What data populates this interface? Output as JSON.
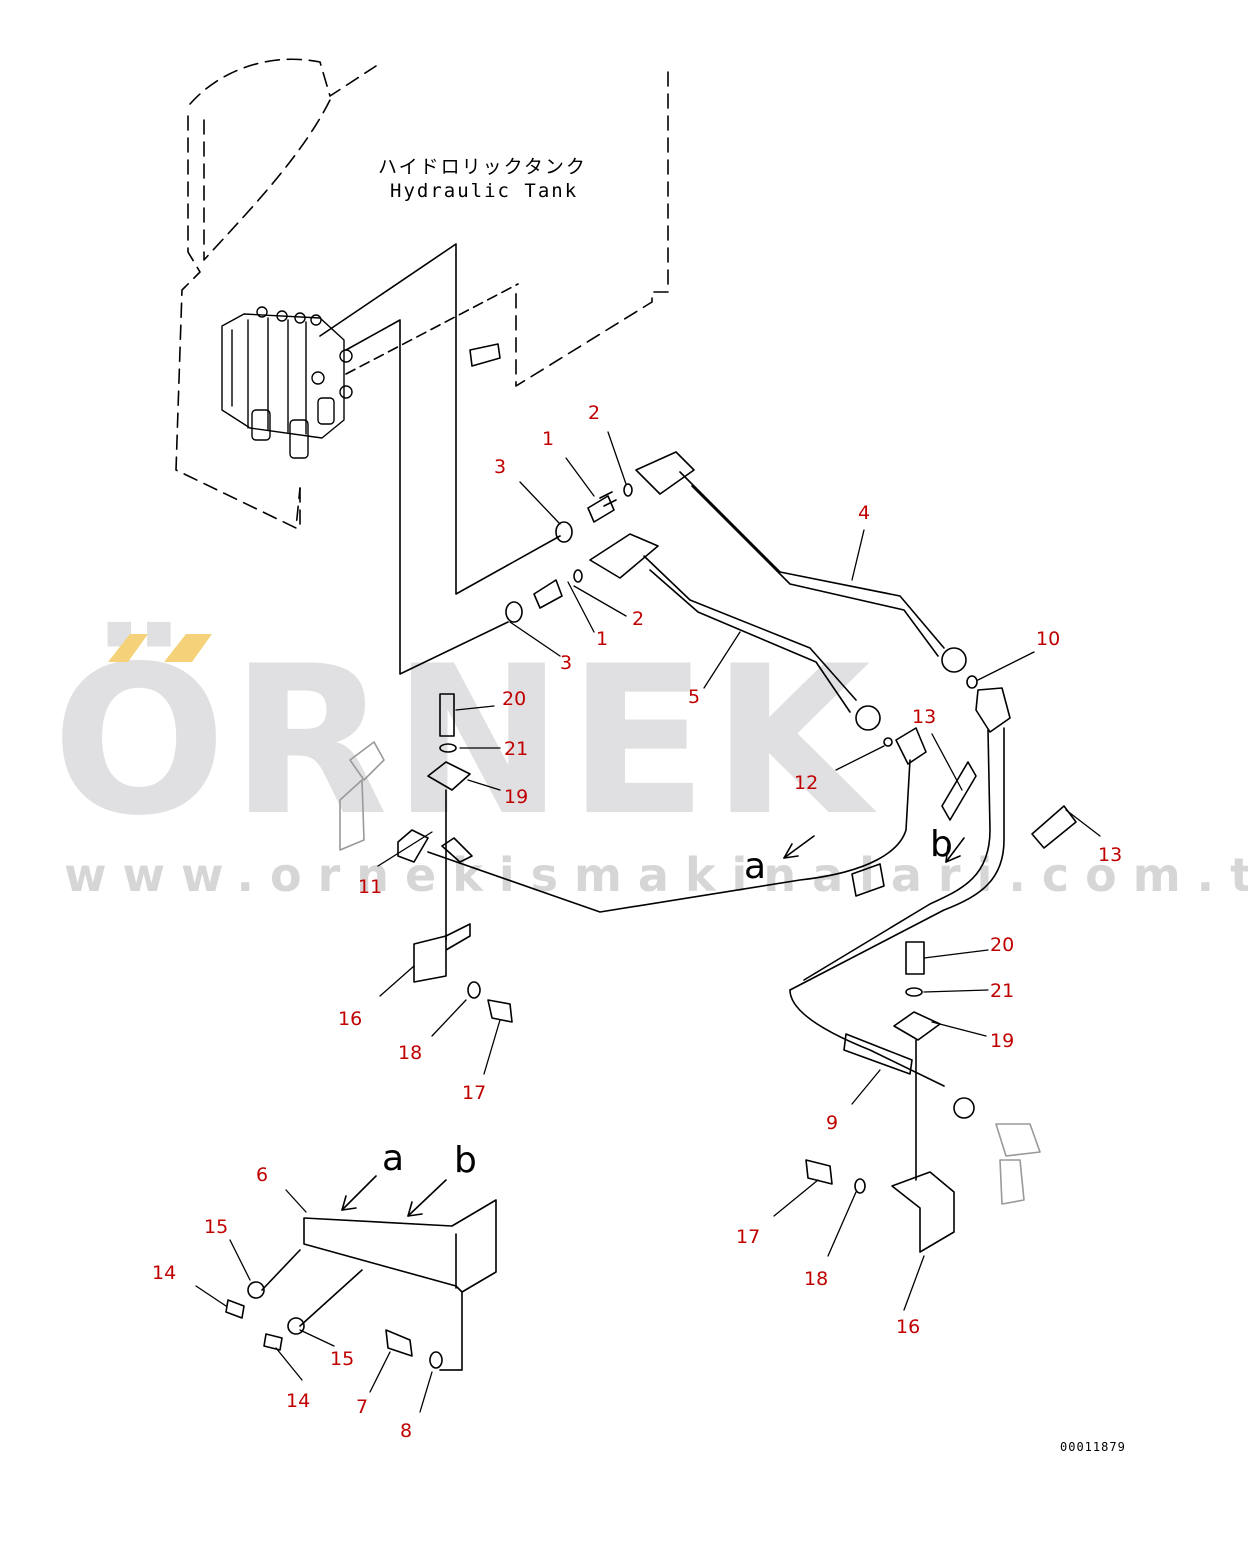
{
  "tank_label_jp": "ハイドロリックタンク",
  "tank_label_en": "Hydraulic Tank",
  "watermark_main": "ÖRNEK",
  "watermark_url": "www.ornekismakinalari.com.tr",
  "drawing_number": "00011879",
  "colors": {
    "callout": "#c00000",
    "line": "#000000",
    "watermark": "#dcdcdc",
    "accent": "#f5d27a"
  },
  "letters": {
    "a1": "a",
    "b1": "b",
    "a2": "a",
    "b2": "b"
  },
  "callouts": {
    "c1a": "1",
    "c1b": "1",
    "c2a": "2",
    "c2b": "2",
    "c3a": "3",
    "c3b": "3",
    "c4": "4",
    "c5": "5",
    "c6": "6",
    "c7": "7",
    "c8": "8",
    "c9": "9",
    "c10": "10",
    "c11": "11",
    "c12": "12",
    "c13a": "13",
    "c13b": "13",
    "c14a": "14",
    "c14b": "14",
    "c15a": "15",
    "c15b": "15",
    "c16a": "16",
    "c16b": "16",
    "c17a": "17",
    "c17b": "17",
    "c18a": "18",
    "c18b": "18",
    "c19a": "19",
    "c19b": "19",
    "c20a": "20",
    "c20b": "20",
    "c21a": "21",
    "c21b": "21"
  }
}
